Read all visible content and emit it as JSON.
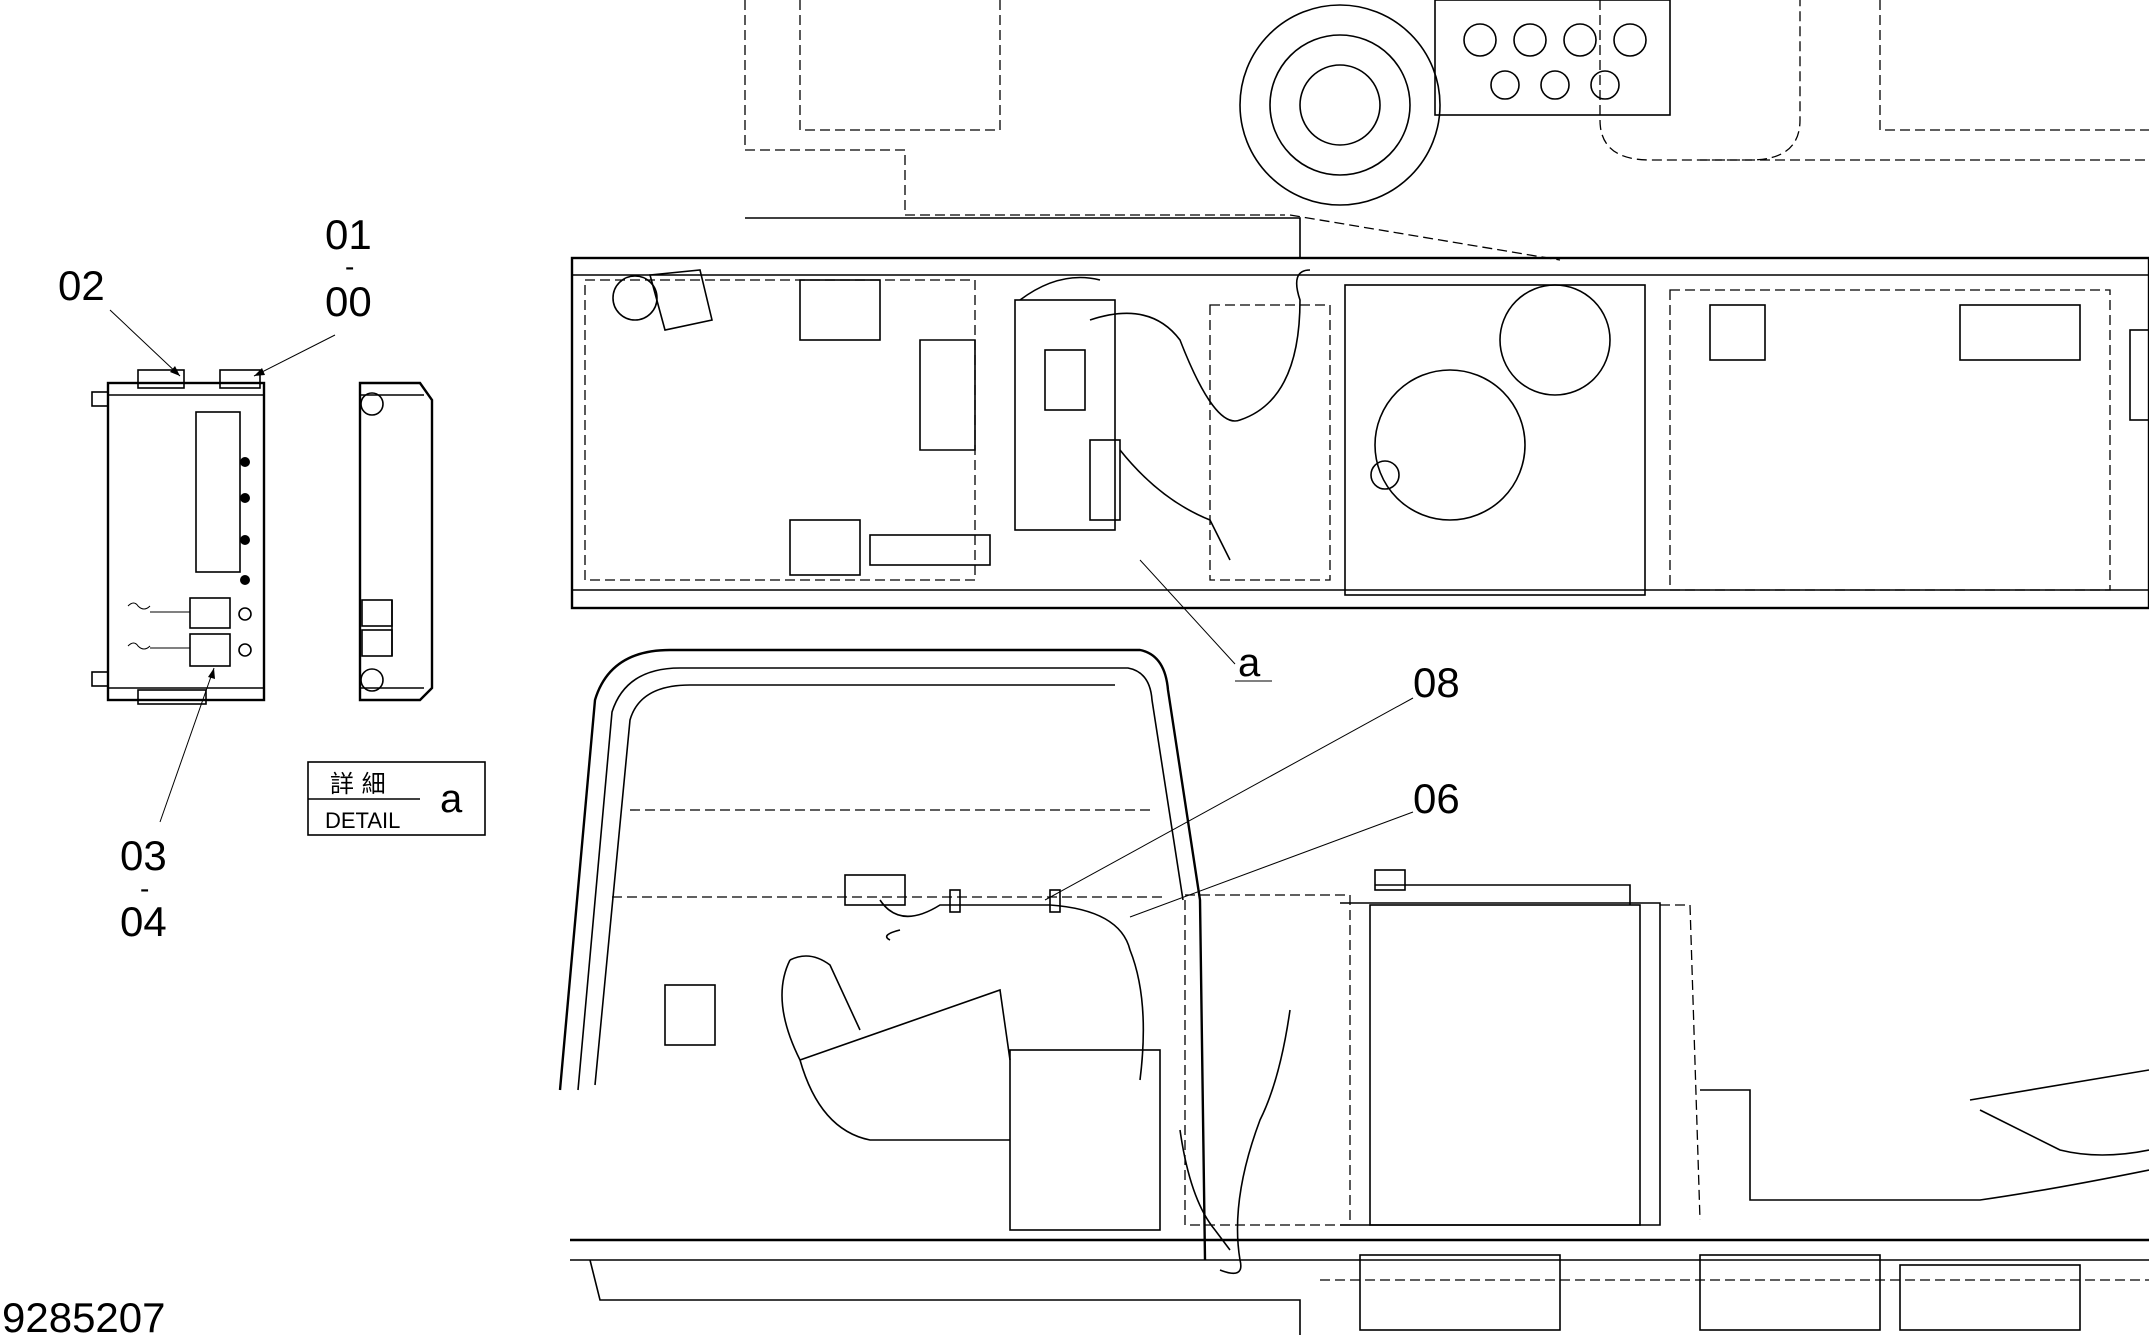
{
  "drawing_number": "9285207",
  "detail_box": {
    "japanese": "詳 細",
    "english": "DETAIL",
    "letter": "a"
  },
  "callouts": {
    "c01_00": {
      "top": "01",
      "dash": "-",
      "bottom": "00"
    },
    "c02": "02",
    "c03_04": {
      "top": "03",
      "dash": "-",
      "bottom": "04"
    },
    "c08": "08",
    "c06": "06",
    "ref_a": "a"
  },
  "colors": {
    "ink": "#000000",
    "paper": "#ffffff"
  }
}
